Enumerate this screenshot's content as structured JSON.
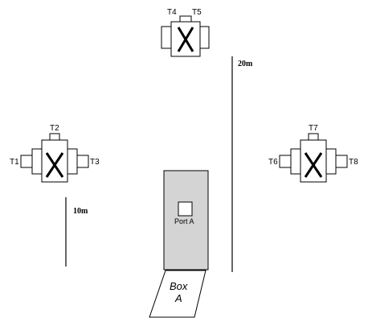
{
  "groups": [
    {
      "id": "top",
      "labels": [
        "T4",
        "T5"
      ]
    },
    {
      "id": "left",
      "labels": [
        "T2",
        "T1",
        "T3"
      ]
    },
    {
      "id": "right",
      "labels": [
        "T7",
        "T6",
        "T8"
      ]
    }
  ],
  "distances": {
    "long_line": "20m",
    "short_line": "10m"
  },
  "port_label": "Port A",
  "box_label_line1": "Box",
  "box_label_line2": "A"
}
